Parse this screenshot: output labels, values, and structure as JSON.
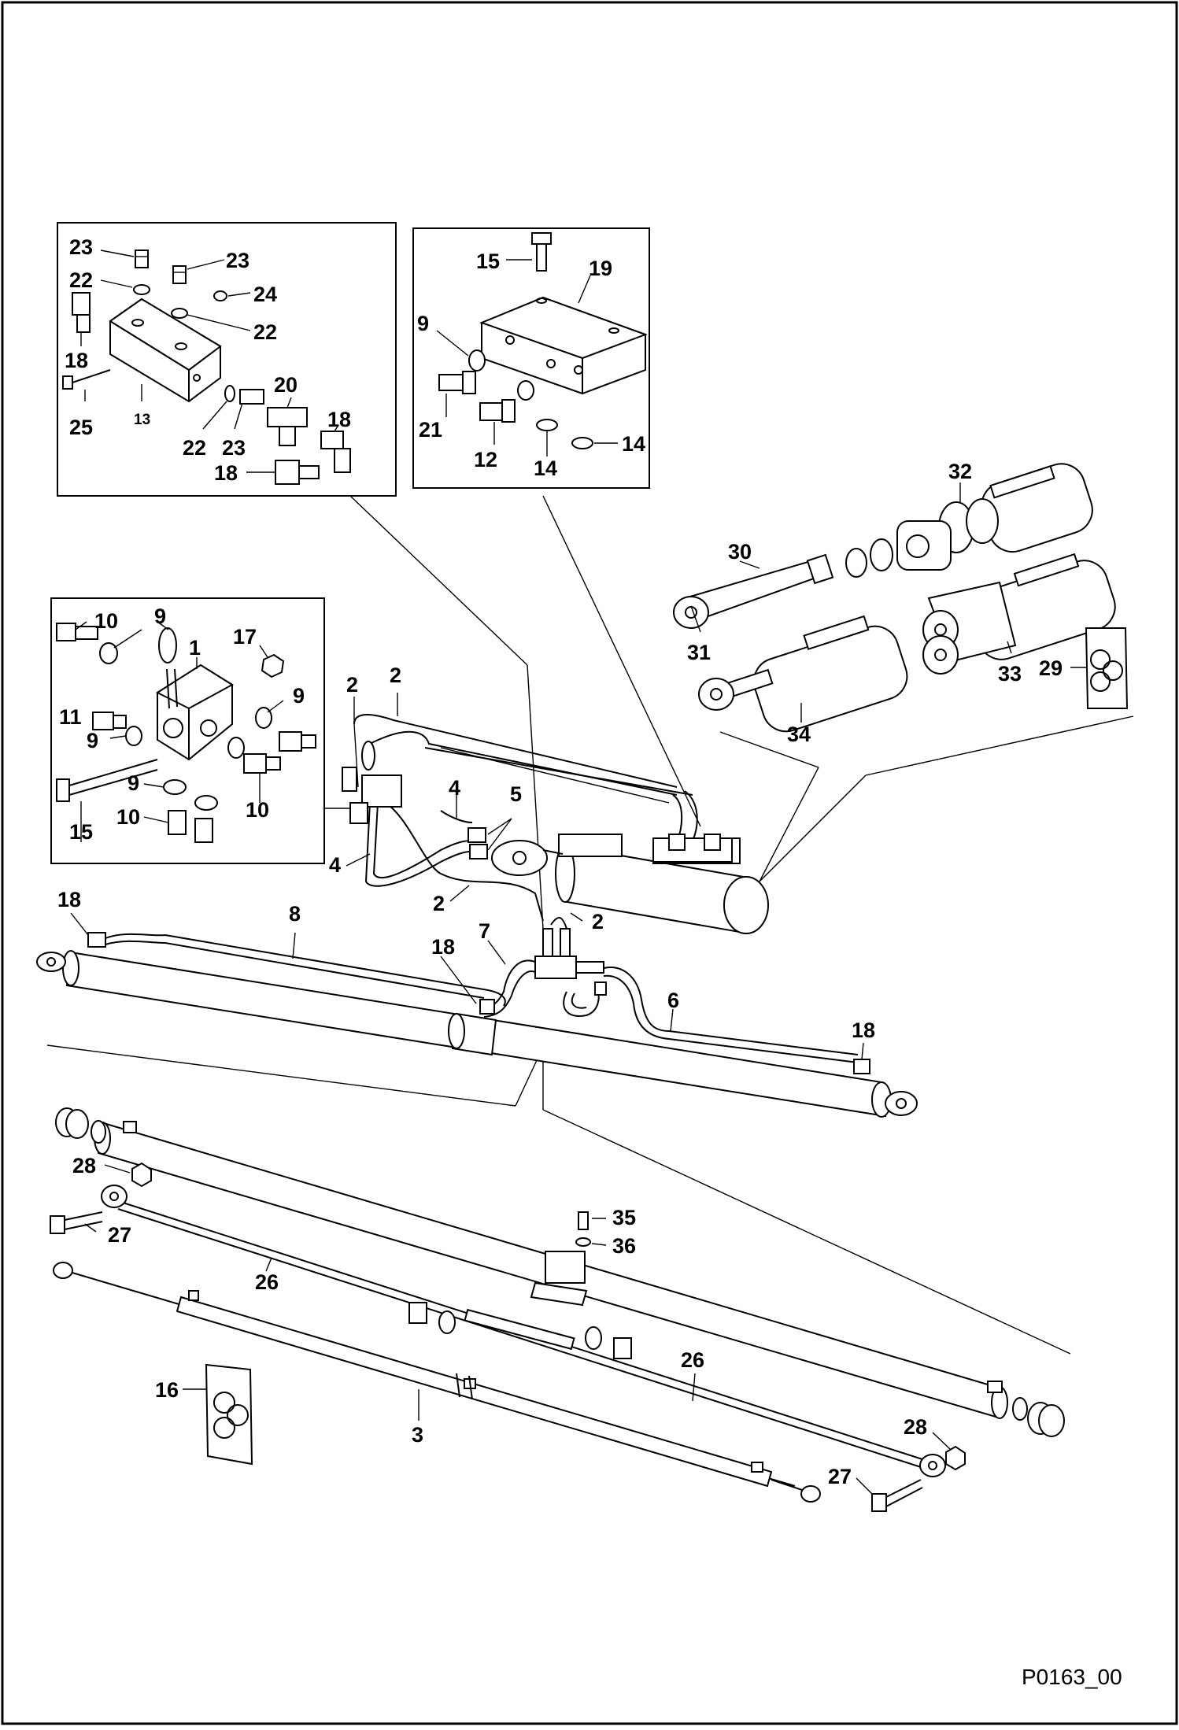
{
  "drawing_id": "P0163_00",
  "callouts": {
    "c1": "1",
    "c2": "2",
    "c3": "3",
    "c4": "4",
    "c5": "5",
    "c6": "6",
    "c7": "7",
    "c8": "8",
    "c9": "9",
    "c10": "10",
    "c11": "11",
    "c12": "12",
    "c13": "13",
    "c14": "14",
    "c15": "15",
    "c16": "16",
    "c17": "17",
    "c18": "18",
    "c19": "19",
    "c20": "20",
    "c21": "21",
    "c22": "22",
    "c23": "23",
    "c24": "24",
    "c25": "25",
    "c26": "26",
    "c27": "27",
    "c28": "28",
    "c29": "29",
    "c30": "30",
    "c31": "31",
    "c32": "32",
    "c33": "33",
    "c34": "34",
    "c35": "35",
    "c36": "36"
  }
}
